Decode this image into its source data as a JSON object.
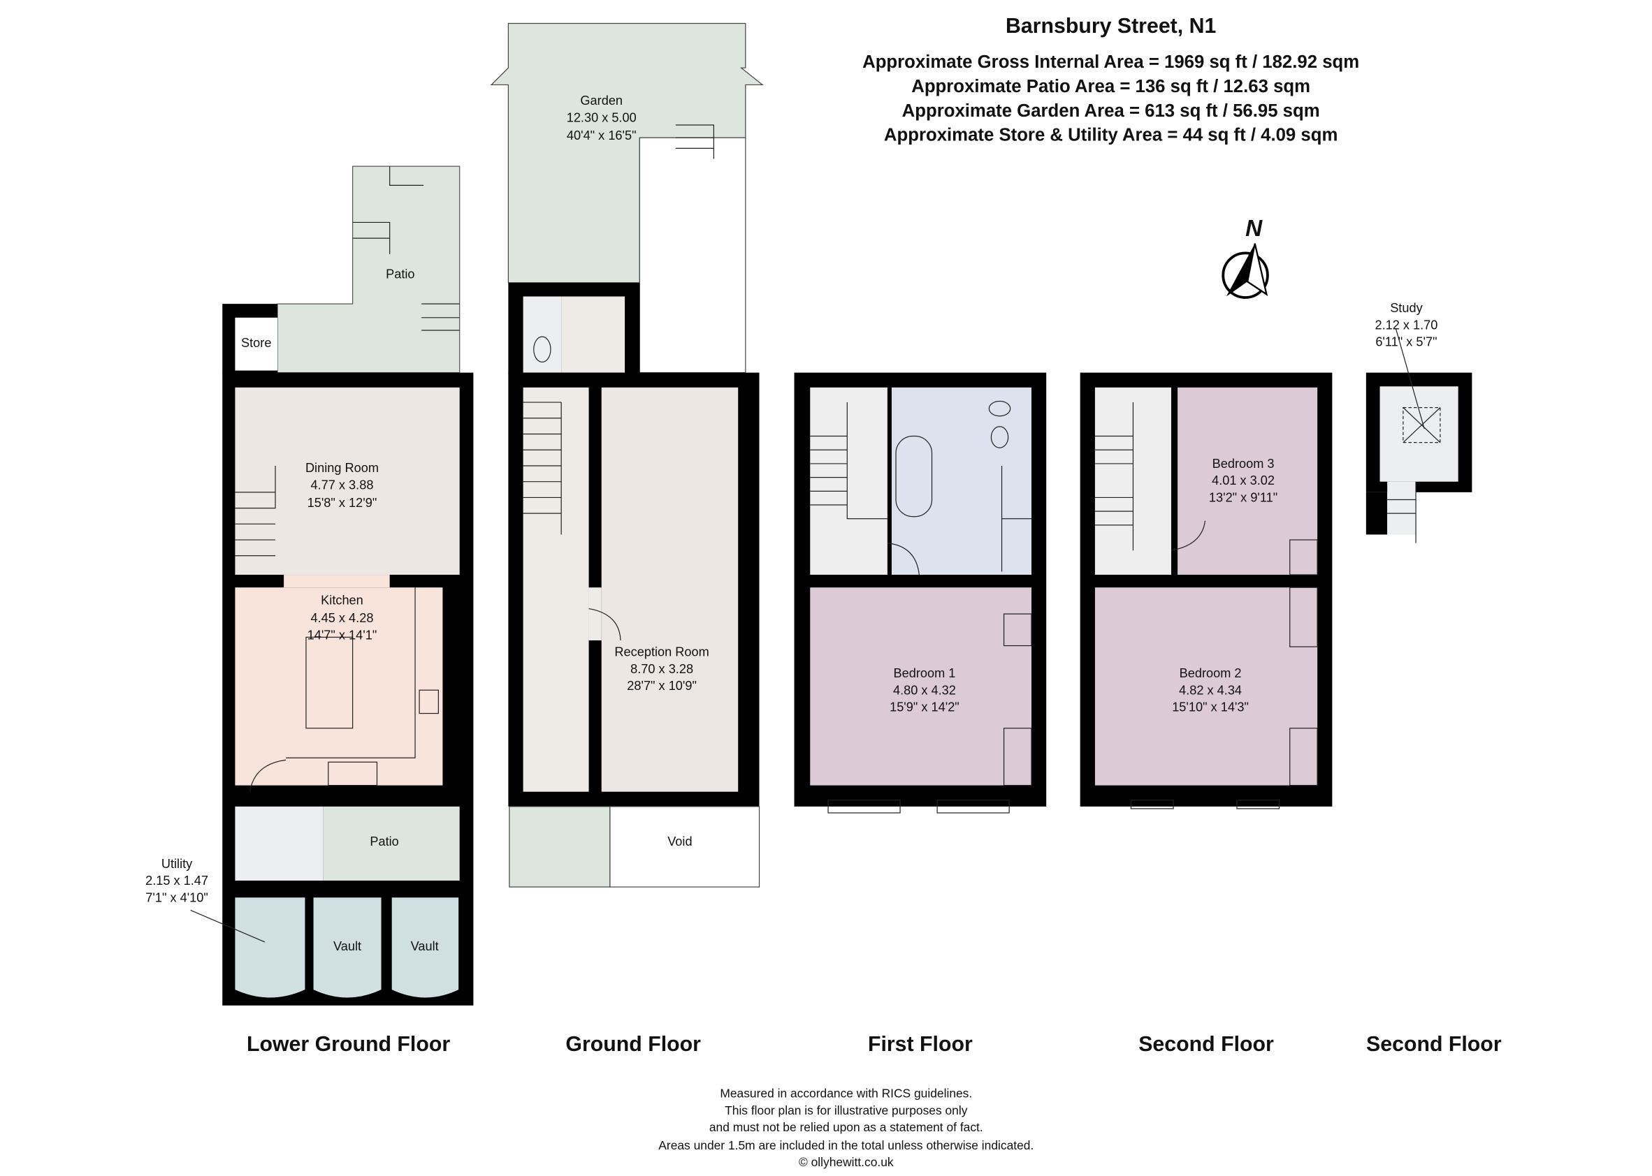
{
  "header": {
    "title": "Barnsbury Street, N1",
    "areas": [
      "Approximate Gross Internal Area = 1969 sq ft / 182.92 sqm",
      "Approximate Patio Area = 136 sq ft / 12.63 sqm",
      "Approximate Garden Area = 613 sq ft / 56.95 sqm",
      "Approximate Store & Utility Area = 44 sq ft / 4.09 sqm"
    ]
  },
  "north_label": "N",
  "rooms": {
    "garden": {
      "name": "Garden",
      "metric": "12.30 x 5.00",
      "imperial": "40'4\" x 16'5\""
    },
    "patio_upper": {
      "name": "Patio"
    },
    "store": {
      "name": "Store"
    },
    "dining": {
      "name": "Dining Room",
      "metric": "4.77 x 3.88",
      "imperial": "15'8\" x 12'9\""
    },
    "kitchen": {
      "name": "Kitchen",
      "metric": "4.45 x 4.28",
      "imperial": "14'7\" x 14'1\""
    },
    "patio_lower": {
      "name": "Patio"
    },
    "utility": {
      "name": "Utility",
      "metric": "2.15 x 1.47",
      "imperial": "7'1\" x 4'10\""
    },
    "vault1": {
      "name": "Vault"
    },
    "vault2": {
      "name": "Vault"
    },
    "reception": {
      "name": "Reception Room",
      "metric": "8.70 x 3.28",
      "imperial": "28'7\" x 10'9\""
    },
    "void": {
      "name": "Void"
    },
    "bedroom1": {
      "name": "Bedroom 1",
      "metric": "4.80 x 4.32",
      "imperial": "15'9\" x 14'2\""
    },
    "bedroom2": {
      "name": "Bedroom 2",
      "metric": "4.82 x 4.34",
      "imperial": "15'10\" x 14'3\""
    },
    "bedroom3": {
      "name": "Bedroom 3",
      "metric": "4.01 x 3.02",
      "imperial": "13'2\" x 9'11\""
    },
    "study": {
      "name": "Study",
      "metric": "2.12 x 1.70",
      "imperial": "6'11\" x 5'7\""
    }
  },
  "floors": [
    "Lower Ground Floor",
    "Ground Floor",
    "First Floor",
    "Second Floor",
    "Second Floor"
  ],
  "disclaimer": [
    "Measured in accordance with RICS guidelines.",
    "This floor plan is for illustrative purposes only",
    "and must not be relied upon as a statement of fact.",
    "Areas under 1.5m are included in the total unless otherwise indicated.",
    "© ollyhewitt.co.uk"
  ],
  "colors": {
    "wall": "#000000",
    "outdoor": "#dde6de",
    "living": "#ede7e3",
    "kitchen": "#f9e4dc",
    "bedroom": "#dccad6",
    "bathroom": "#dde3ee",
    "circulation": "#eeeeee",
    "vault": "#cfdfe2"
  }
}
